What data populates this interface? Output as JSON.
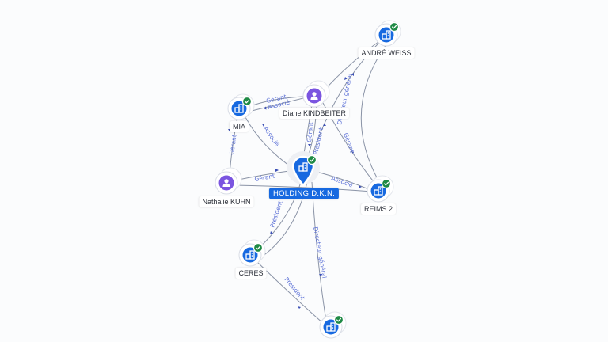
{
  "nodes": {
    "center": {
      "label": "HOLDING D.K.N.",
      "kind": "company",
      "verified": true,
      "focus": true
    },
    "andre": {
      "label": "ANDRÉ WEISS",
      "kind": "company",
      "verified": true
    },
    "mia": {
      "label": "MIA",
      "kind": "company",
      "verified": true
    },
    "diane": {
      "label": "Diane KINDBEITER",
      "kind": "person",
      "verified": false
    },
    "nathalie": {
      "label": "Nathalie KUHN",
      "kind": "person",
      "verified": false
    },
    "reims": {
      "label": "REIMS 2",
      "kind": "company",
      "verified": true
    },
    "ceres": {
      "label": "CERES",
      "kind": "company",
      "verified": true
    },
    "bottom": {
      "label": "",
      "kind": "company",
      "verified": true
    }
  },
  "edges": {
    "diane_mia": {
      "label": "Gérant"
    },
    "diane_mia_2": {
      "label": "Associé"
    },
    "mia_center": {
      "label": "Associé"
    },
    "nathalie_mia": {
      "label": "Gérant"
    },
    "nathalie_center": {
      "label": "Gérant"
    },
    "diane_center": {
      "label": "Gérant"
    },
    "diane_center_2": {
      "label": "Président"
    },
    "center_andre": {
      "label": "Directeur général"
    },
    "diane_reims": {
      "label": "Gérant"
    },
    "center_reims": {
      "label": "Associé"
    },
    "center_ceres": {
      "label": "Président"
    },
    "center_bottom": {
      "label": "Directeur général"
    },
    "ceres_bottom": {
      "label": "Président"
    }
  },
  "icons": {
    "company": "building-icon",
    "person": "person-icon",
    "verified": "check-badge-icon"
  },
  "colors": {
    "company_node": "#1769e0",
    "person_node": "#7b55e0",
    "verified_badge": "#1f8a45",
    "edge_line": "#8a93a6",
    "edge_label": "#5a6fd6",
    "background": "#fbfcfd"
  }
}
